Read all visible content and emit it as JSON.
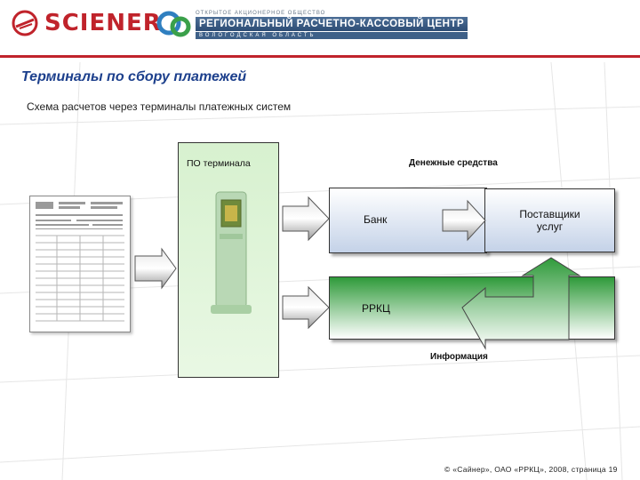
{
  "header": {
    "sciener_logo": "SCIENER",
    "rkc_logo_small": "ОТКРЫТОЕ АКЦИОНЕРНОЕ ОБЩЕСТВО",
    "rkc_logo_main": "РЕГИОНАЛЬНЫЙ РАСЧЕТНО-КАССОВЫЙ ЦЕНТР",
    "rkc_logo_region": "ВОЛОГОДСКАЯ ОБЛАСТЬ"
  },
  "title": "Терминалы по сбору платежей",
  "subtitle": "Схема расчетов через терминалы платежных систем",
  "diagram": {
    "terminal_label": "ПО терминала",
    "money_label": "Денежные средства",
    "bank_label": "Банк",
    "suppliers_label": "Поставщики услуг",
    "rrkc_label": "РРКЦ",
    "info_label": "Информация"
  },
  "footer": "© «Сайнер», ОАО «РРКЦ», 2008, страница 19",
  "colors": {
    "brand_red": "#c0232b",
    "title_blue": "#1c3f8c",
    "terminal_green": "#d7f1cf",
    "rrkc_green": "#2f9a3a",
    "box_blue": "#c4d2e8"
  }
}
